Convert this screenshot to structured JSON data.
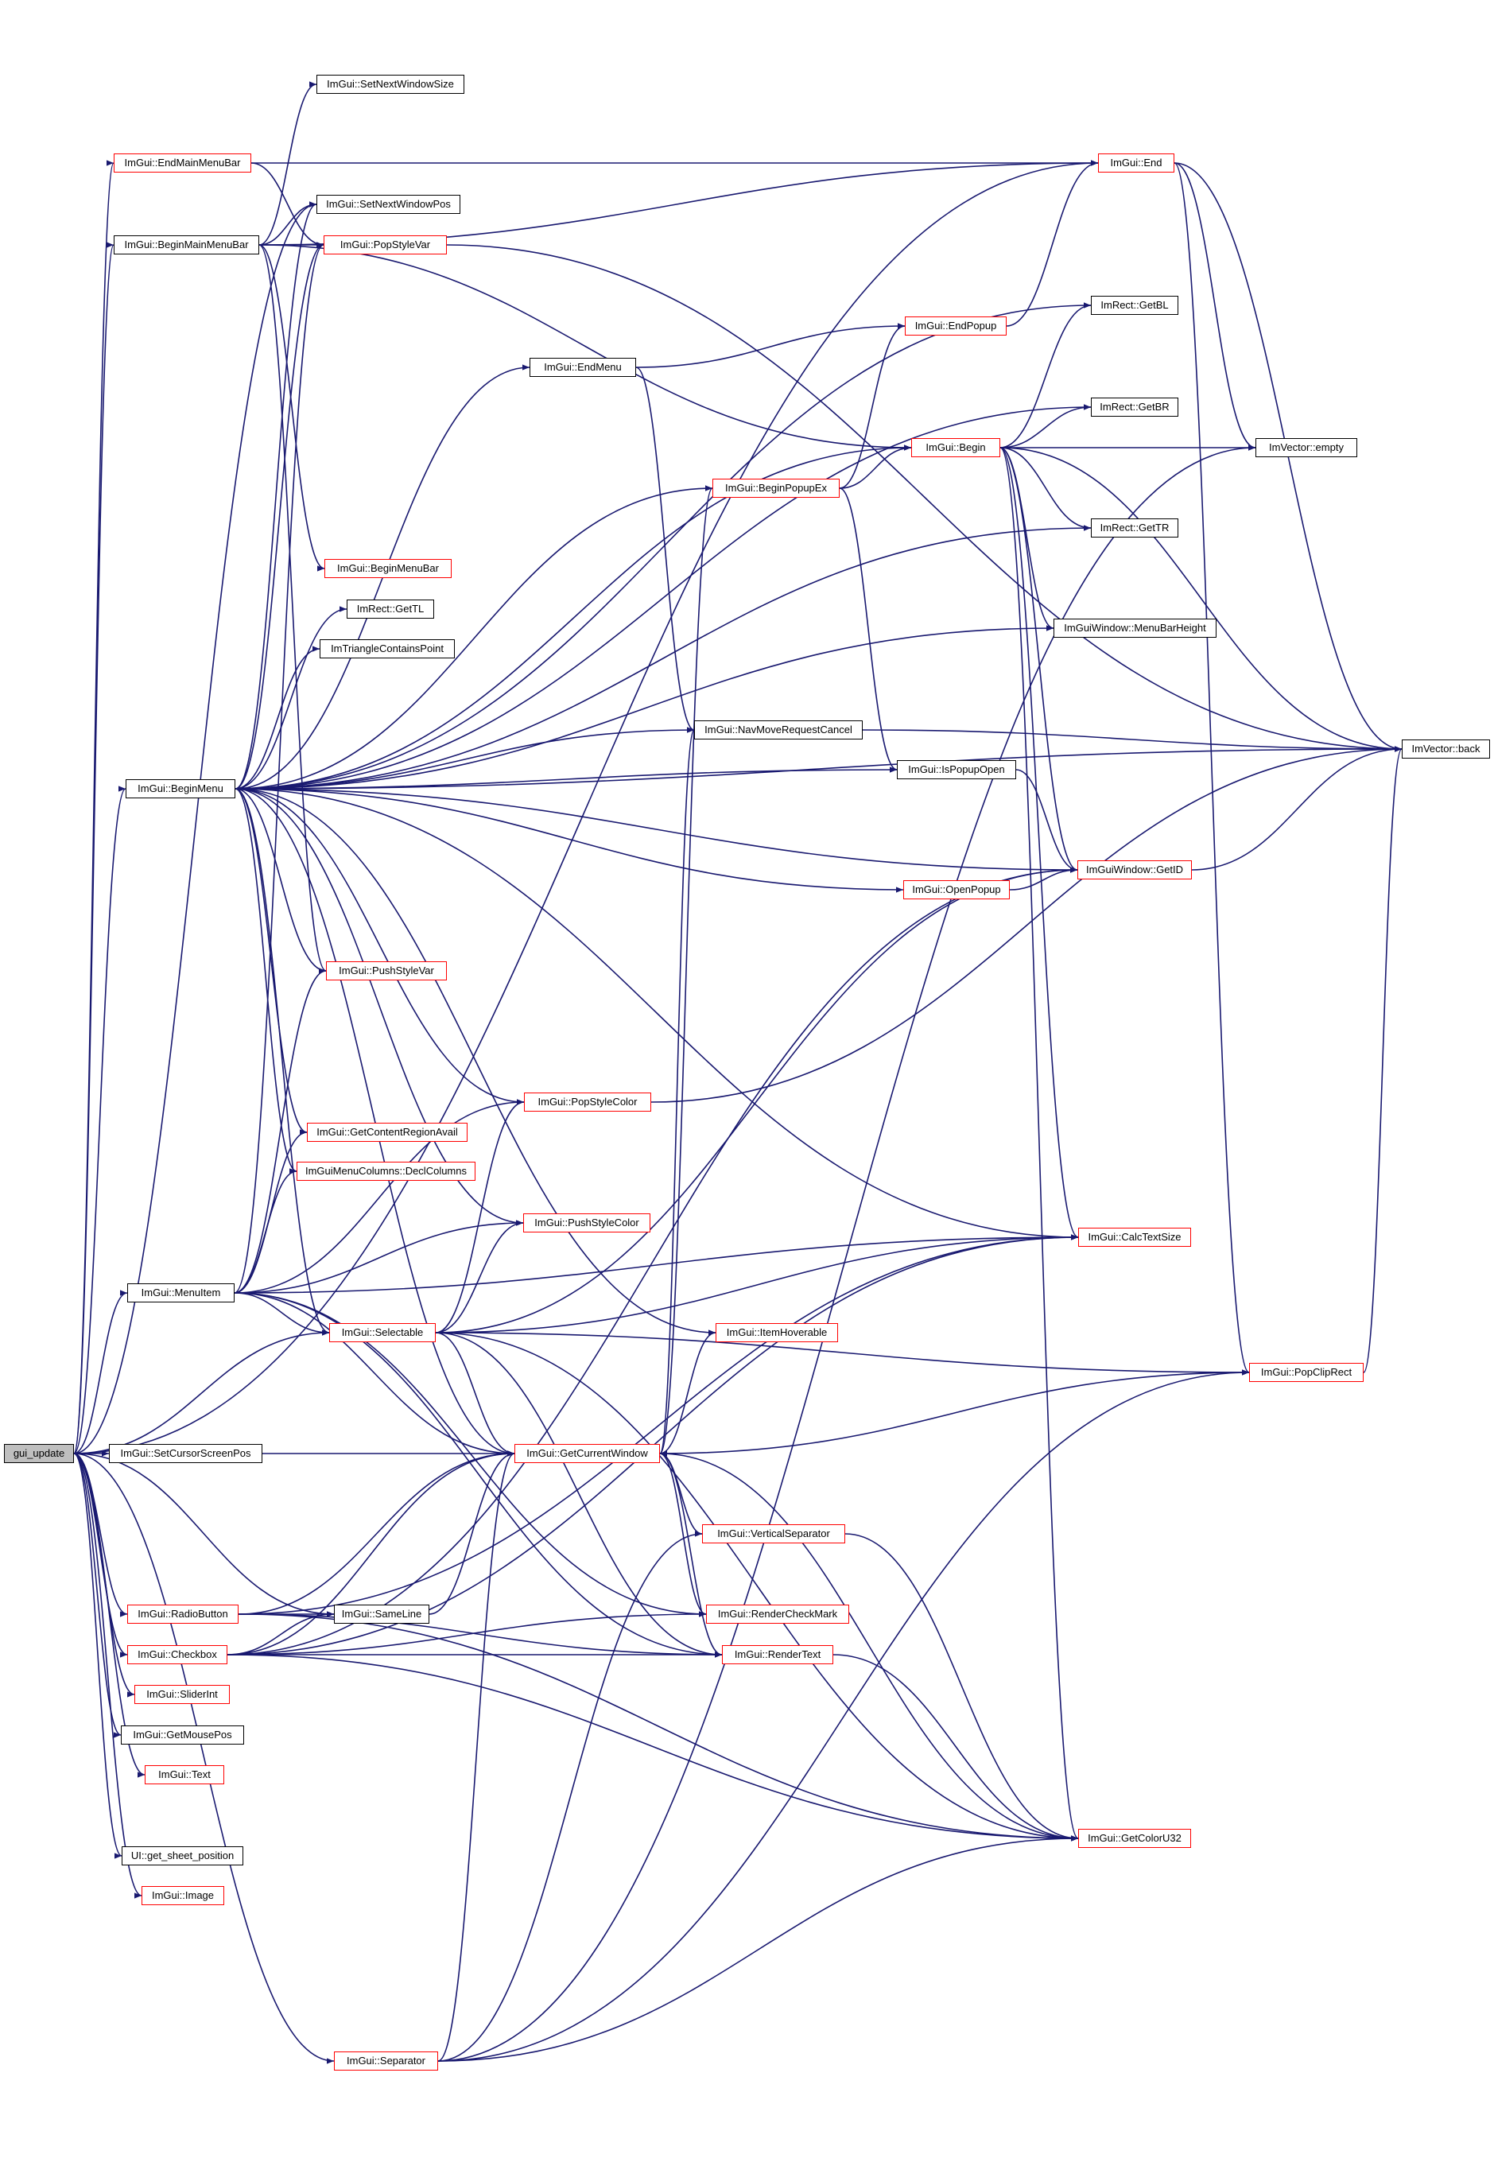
{
  "title": "Call graph for gui_update",
  "colors": {
    "edge": "#191970",
    "expandable_border": "#ff0000",
    "node_border": "#000000",
    "root_fill": "#bfbfbf"
  },
  "nodes": {
    "gui_update": "gui_update",
    "EndMainMenuBar": "ImGui::EndMainMenuBar",
    "BeginMainMenuBar": "ImGui::BeginMainMenuBar",
    "SetNextWindowSize": "ImGui::SetNextWindowSize",
    "SetNextWindowPos": "ImGui::SetNextWindowPos",
    "PopStyleVar": "ImGui::PopStyleVar",
    "End": "ImGui::End",
    "GetBL": "ImRect::GetBL",
    "EndPopup": "ImGui::EndPopup",
    "EndMenu": "ImGui::EndMenu",
    "GetBR": "ImRect::GetBR",
    "Begin": "ImGui::Begin",
    "Empty": "ImVector::empty",
    "BeginPopupEx": "ImGui::BeginPopupEx",
    "GetTR": "ImRect::GetTR",
    "BeginMenuBar": "ImGui::BeginMenuBar",
    "GetTL": "ImRect::GetTL",
    "ImTriangleContainsPoint": "ImTriangleContainsPoint",
    "MenuBarHeight": "ImGuiWindow::MenuBarHeight",
    "NavMoveRequestCancel": "ImGui::NavMoveRequestCancel",
    "Back": "ImVector::back",
    "BeginMenu": "ImGui::BeginMenu",
    "IsPopupOpen": "ImGui::IsPopupOpen",
    "GetID": "ImGuiWindow::GetID",
    "OpenPopup": "ImGui::OpenPopup",
    "PushStyleVar": "ImGui::PushStyleVar",
    "PopStyleColor": "ImGui::PopStyleColor",
    "GetContentRegionAvail": "ImGui::GetContentRegionAvail",
    "DeclColumns": "ImGuiMenuColumns::DeclColumns",
    "PushStyleColor": "ImGui::PushStyleColor",
    "CalcTextSize": "ImGui::CalcTextSize",
    "MenuItem": "ImGui::MenuItem",
    "Selectable": "ImGui::Selectable",
    "ItemHoverable": "ImGui::ItemHoverable",
    "PopClipRect": "ImGui::PopClipRect",
    "SetCursorScreenPos": "ImGui::SetCursorScreenPos",
    "GetCurrentWindow": "ImGui::GetCurrentWindow",
    "VerticalSeparator": "ImGui::VerticalSeparator",
    "RadioButton": "ImGui::RadioButton",
    "SameLine": "ImGui::SameLine",
    "RenderCheckMark": "ImGui::RenderCheckMark",
    "Checkbox": "ImGui::Checkbox",
    "RenderText": "ImGui::RenderText",
    "SliderInt": "ImGui::SliderInt",
    "GetMousePos": "ImGui::GetMousePos",
    "Text": "ImGui::Text",
    "GetColorU32": "ImGui::GetColorU32",
    "GetSheetPosition": "UI::get_sheet_position",
    "Image": "ImGui::Image",
    "Separator": "ImGui::Separator"
  }
}
